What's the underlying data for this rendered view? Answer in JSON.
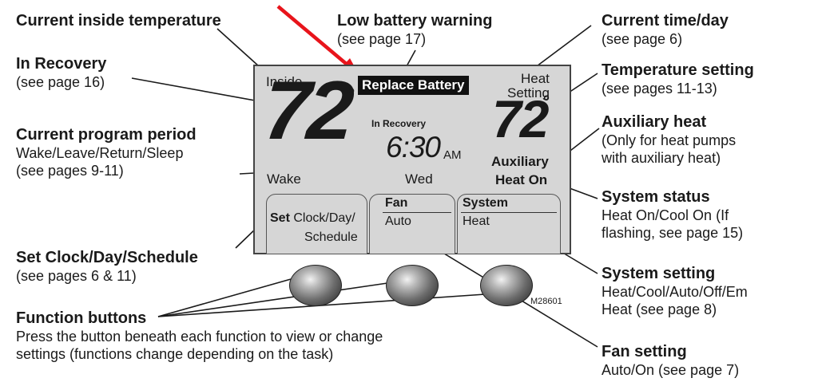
{
  "annotations": {
    "current_inside_temp": {
      "title": "Current inside temperature"
    },
    "in_recovery": {
      "title": "In Recovery",
      "sub": "(see page 16)"
    },
    "program_period": {
      "title": "Current program period",
      "sub1": "Wake/Leave/Return/Sleep",
      "sub2": "(see pages 9-11)"
    },
    "set_clock": {
      "title": "Set Clock/Day/Schedule",
      "sub": "(see pages 6 & 11)"
    },
    "function_buttons": {
      "title": "Function buttons",
      "sub1": "Press the button beneath each function to view or change",
      "sub2": "settings (functions change depending on the task)"
    },
    "low_battery": {
      "title": "Low battery warning",
      "sub": "(see page 17)"
    },
    "time_day": {
      "title": "Current time/day",
      "sub": "(see page 6)"
    },
    "temp_setting": {
      "title": "Temperature setting",
      "sub": "(see pages 11-13)"
    },
    "aux_heat": {
      "title": "Auxiliary heat",
      "sub1": "(Only for heat pumps",
      "sub2": "with auxiliary heat)"
    },
    "system_status": {
      "title": "System status",
      "sub1": "Heat On/Cool On (If",
      "sub2": "flashing, see page 15)"
    },
    "system_setting": {
      "title": "System setting",
      "sub1": "Heat/Cool/Auto/Off/Em",
      "sub2": "Heat (see page 8)"
    },
    "fan_setting": {
      "title": "Fan setting",
      "sub": "Auto/On (see page 7)"
    }
  },
  "display": {
    "inside_label": "Inside",
    "inside_temp": "72",
    "degree": "°",
    "replace_battery": "Replace Battery",
    "heat_label": "Heat",
    "setting_label": "Setting",
    "set_temp": "72",
    "in_recovery": "In Recovery",
    "time": "6:30",
    "am": "AM",
    "period": "Wake",
    "day": "Wed",
    "aux_line1": "Auxiliary",
    "aux_line2": "Heat On",
    "softkey_set_bold": "Set",
    "softkey_set_text1": "Clock/Day/",
    "softkey_set_text2": "Schedule",
    "fan_header": "Fan",
    "fan_value": "Auto",
    "system_header": "System",
    "system_value": "Heat"
  },
  "figure_code": "M28601",
  "colors": {
    "arrow": "#e8141b",
    "lcd_bg": "#d6d6d6",
    "battery_bg": "#111111"
  },
  "icons": [
    "red-pointer-arrow-icon"
  ]
}
